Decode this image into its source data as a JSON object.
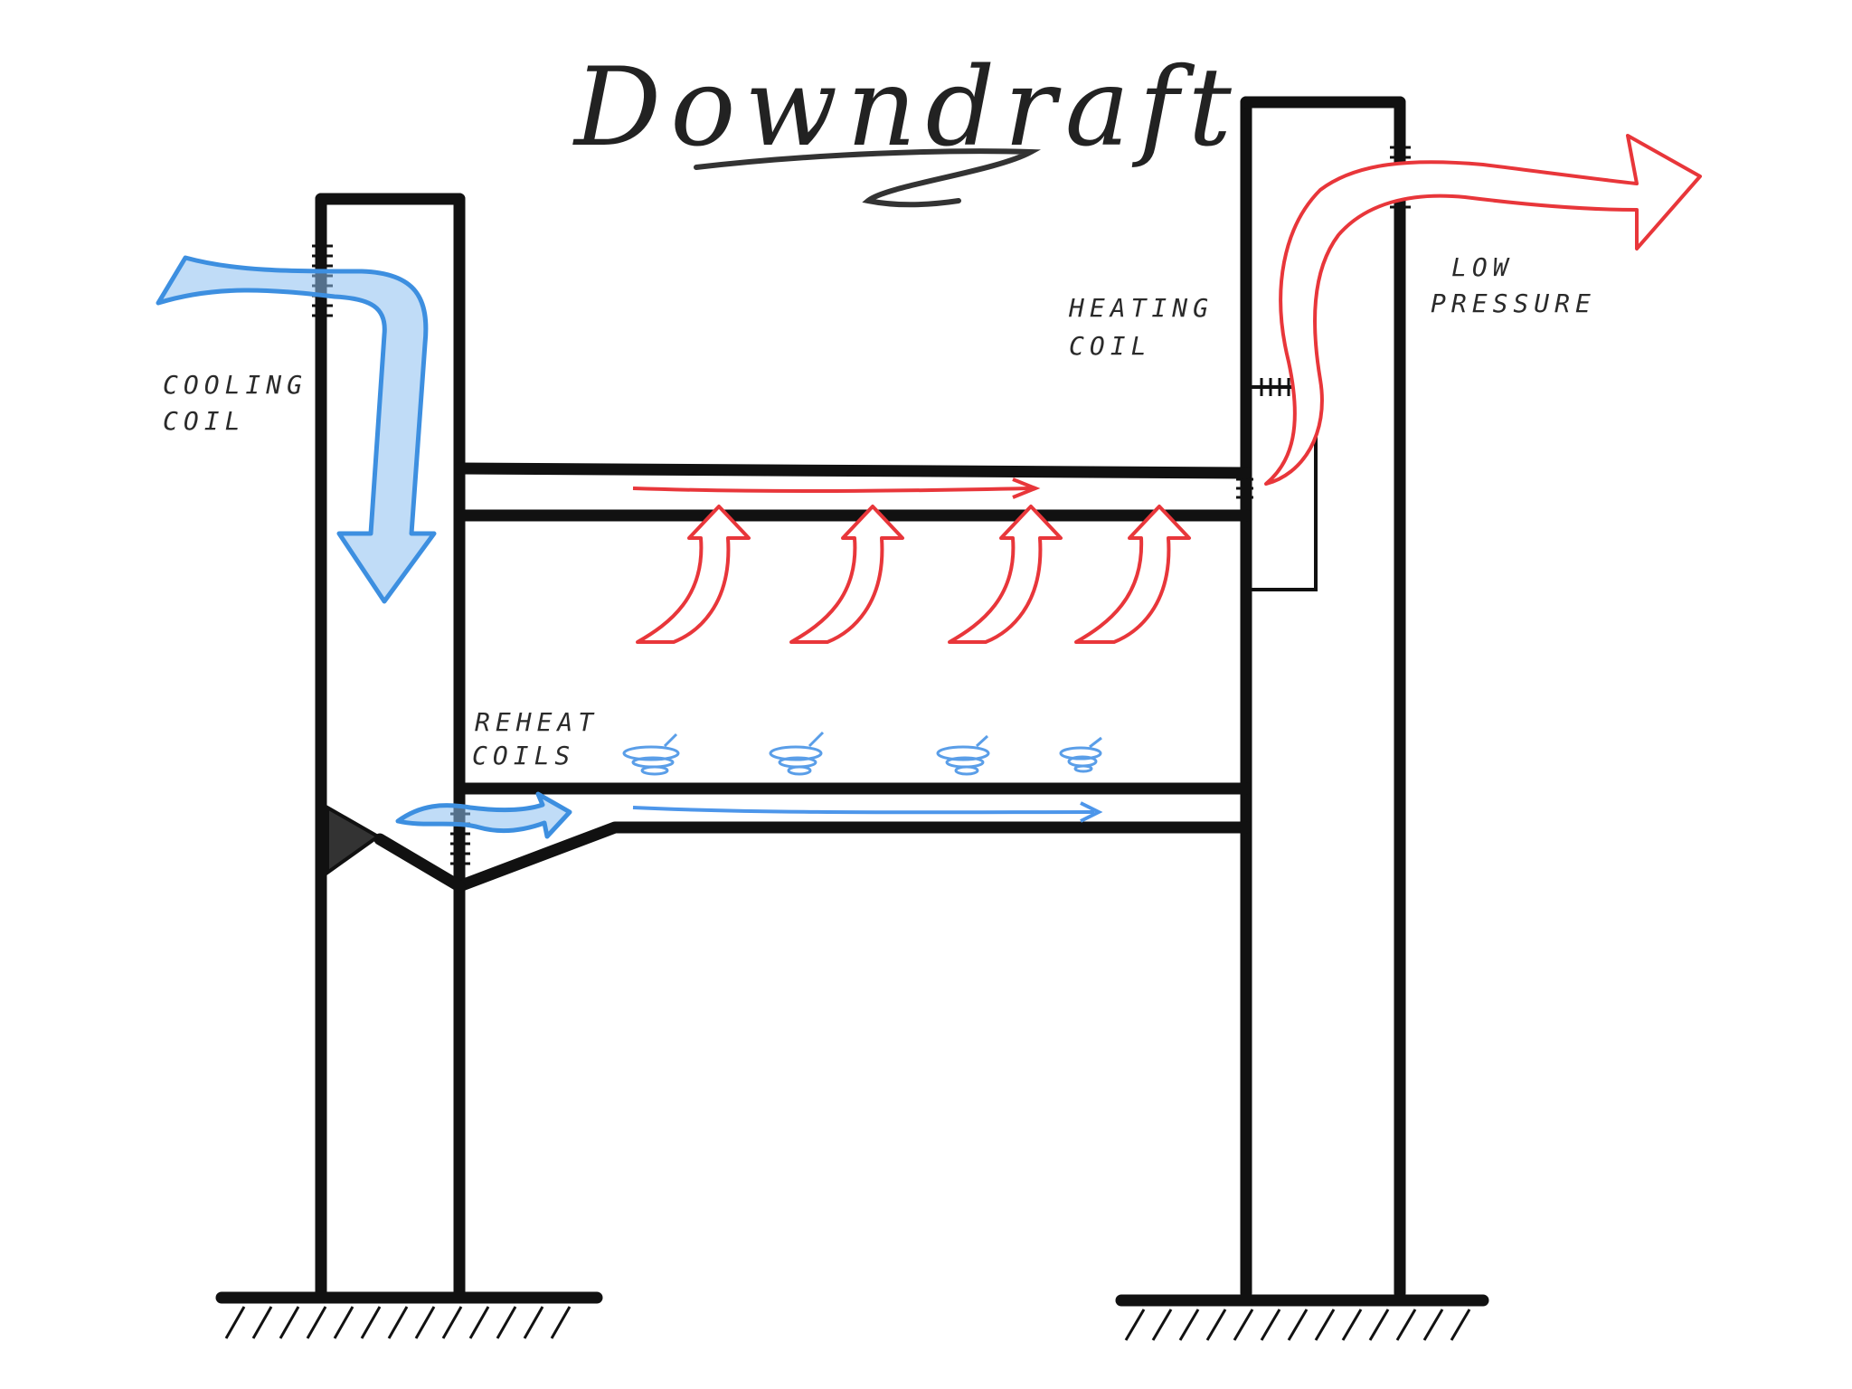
{
  "title": "Downdraft",
  "labels": {
    "cooling_coil": [
      "COOLING",
      "COIL"
    ],
    "heating_coil": [
      "HEATING",
      "COIL"
    ],
    "low_pressure": [
      "LOW",
      "PRESSURE"
    ],
    "reheat_coils": [
      "REHEAT",
      "COILS"
    ]
  },
  "colors": {
    "cool_air": "#3d8fe0",
    "warm_air": "#e8363a",
    "structure": "#111111"
  }
}
